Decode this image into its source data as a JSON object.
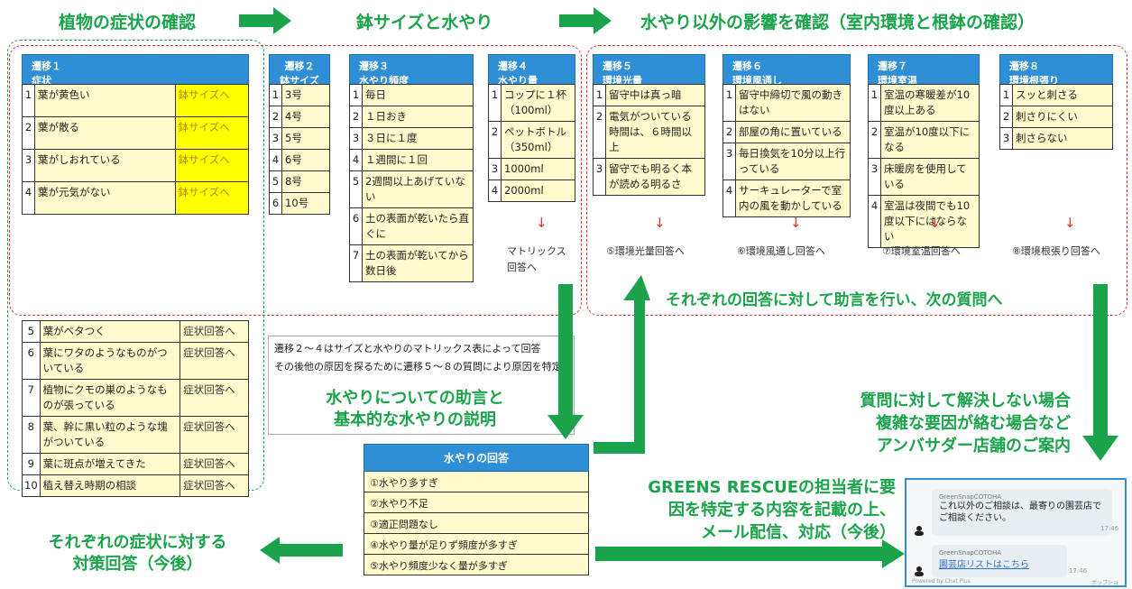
{
  "headings": {
    "h1": "植物の症状の確認",
    "h2": "鉢サイズと水やり",
    "h3": "水やり以外の影響を確認（室内環境と根鉢の確認）"
  },
  "colors": {
    "green": "#1aa34a",
    "red": "#e03030",
    "blue": "#2e8fd6",
    "cell": "#fffbcc",
    "yellow": "#ffff00"
  },
  "t1": {
    "header": [
      "遷移１",
      "症状"
    ],
    "rows": [
      {
        "n": "1",
        "text": "葉が黄色い",
        "tag": "鉢サイズへ"
      },
      {
        "n": "2",
        "text": "葉が散る",
        "tag": "鉢サイズへ"
      },
      {
        "n": "3",
        "text": "葉がしおれている",
        "tag": "鉢サイズへ"
      },
      {
        "n": "4",
        "text": "葉が元気がない",
        "tag": "鉢サイズへ"
      }
    ],
    "rows2": [
      {
        "n": "5",
        "text": "葉がベタつく",
        "tag": "症状回答へ"
      },
      {
        "n": "6",
        "text": "葉にワタのようなものがついている",
        "tag": "症状回答へ"
      },
      {
        "n": "7",
        "text": "植物にクモの巣のようなものが張っている",
        "tag": "症状回答へ"
      },
      {
        "n": "8",
        "text": "葉、幹に黒い粒のような塊がついている",
        "tag": "症状回答へ"
      },
      {
        "n": "9",
        "text": "葉に斑点が増えてきた",
        "tag": "症状回答へ"
      },
      {
        "n": "10",
        "text": "植え替え時期の相談",
        "tag": "症状回答へ"
      }
    ]
  },
  "t2": {
    "header": [
      "遷移２",
      "鉢サイズ"
    ],
    "rows": [
      {
        "n": "1",
        "text": "3号"
      },
      {
        "n": "2",
        "text": "4号"
      },
      {
        "n": "3",
        "text": "5号"
      },
      {
        "n": "4",
        "text": "6号"
      },
      {
        "n": "5",
        "text": "8号"
      },
      {
        "n": "6",
        "text": "10号"
      }
    ]
  },
  "t3": {
    "header": [
      "遷移３",
      "水やり頻度"
    ],
    "rows": [
      {
        "n": "1",
        "text": "毎日"
      },
      {
        "n": "2",
        "text": "１日おき"
      },
      {
        "n": "3",
        "text": "３日に１度"
      },
      {
        "n": "4",
        "text": "１週間に１回"
      },
      {
        "n": "5",
        "text": "2週間以上あげていない"
      },
      {
        "n": "6",
        "text": "土の表面が乾いたら直ぐに"
      },
      {
        "n": "7",
        "text": "土の表面が乾いてから数日後"
      }
    ]
  },
  "t4": {
    "header": [
      "遷移４",
      "水やり量"
    ],
    "rows": [
      {
        "n": "1",
        "text": "コップに１杯（100ml）"
      },
      {
        "n": "2",
        "text": "ペットボトル（350ml）"
      },
      {
        "n": "3",
        "text": "1000ml"
      },
      {
        "n": "4",
        "text": "2000ml"
      }
    ],
    "arrow": "↓",
    "note": "マトリックス回答へ"
  },
  "t5": {
    "header": [
      "遷移５",
      "環境光量"
    ],
    "rows": [
      {
        "n": "1",
        "text": "留守中は真っ暗"
      },
      {
        "n": "2",
        "text": "電気がついている時間は、６時間以上"
      },
      {
        "n": "3",
        "text": "留守でも明るく本が読める明るさ"
      }
    ],
    "arrow": "↓",
    "note": "⑤環境光量回答へ"
  },
  "t6": {
    "header": [
      "遷移６",
      "環境風通し"
    ],
    "rows": [
      {
        "n": "1",
        "text": "留守中締切で風の動きはない"
      },
      {
        "n": "2",
        "text": "部屋の角に置いている"
      },
      {
        "n": "3",
        "text": "毎日換気を10分以上行っている"
      },
      {
        "n": "4",
        "text": "サーキュレーターで室内の風を動かしている"
      }
    ],
    "arrow": "↓",
    "note": "⑥環境風通し回答へ"
  },
  "t7": {
    "header": [
      "遷移７",
      "環境室温"
    ],
    "rows": [
      {
        "n": "1",
        "text": "室温の寒暖差が10度以上ある"
      },
      {
        "n": "2",
        "text": "室温が10度以下になる"
      },
      {
        "n": "3",
        "text": "床暖房を使用している"
      },
      {
        "n": "4",
        "text": "室温は夜間でも10度以下にはならない"
      }
    ],
    "arrow": "↓",
    "note": "⑦環境室温回答へ"
  },
  "t8": {
    "header": [
      "遷移８",
      "環境根張り"
    ],
    "rows": [
      {
        "n": "1",
        "text": "スッと刺さる"
      },
      {
        "n": "2",
        "text": "刺さりにくい"
      },
      {
        "n": "3",
        "text": "刺さらない"
      }
    ],
    "arrow": "↓",
    "note": "⑧環境根張り回答へ"
  },
  "middle_note": [
    "遷移２～４はサイズと水やりのマトリックス表によって回答",
    "その後他の原因を探るために遷移５～８の質問により原因を特定"
  ],
  "advice_each": "それぞれの回答に対して助言を行い、次の質問へ",
  "watering_advice": [
    "水やりについての助言と",
    "基本的な水やりの説明"
  ],
  "answer": {
    "title": "水やりの回答",
    "items": [
      "①水やり多すぎ",
      "②水やり不足",
      "③適正問題なし",
      "④水やり量が足りず頻度が多すぎ",
      "⑤水やり頻度少なく量が多すぎ"
    ]
  },
  "unresolved": [
    "質問に対して解決しない場合",
    "複雑な要因が絡む場合など",
    "アンバサダー店舗のご案内"
  ],
  "greens": [
    "GREENS RESCUEの担当者に要",
    "因を特定する内容を記載の上、",
    "メール配信、対応（今後）"
  ],
  "symptom": [
    "それぞれの症状に対する",
    "対策回答（今後）"
  ],
  "chat": {
    "sender1": "GreenSnapCOTOHA",
    "msg1": "これ以外のご相談は、最寄りの園芸店でご相談ください。",
    "time1": "17:46",
    "sender2": "GreenSnapCOTOHA",
    "msg2": "園芸店リストはこちら",
    "time2": "17:46",
    "footer_left": "Powered by Chat Plus",
    "footer_right": "ポップショ"
  }
}
